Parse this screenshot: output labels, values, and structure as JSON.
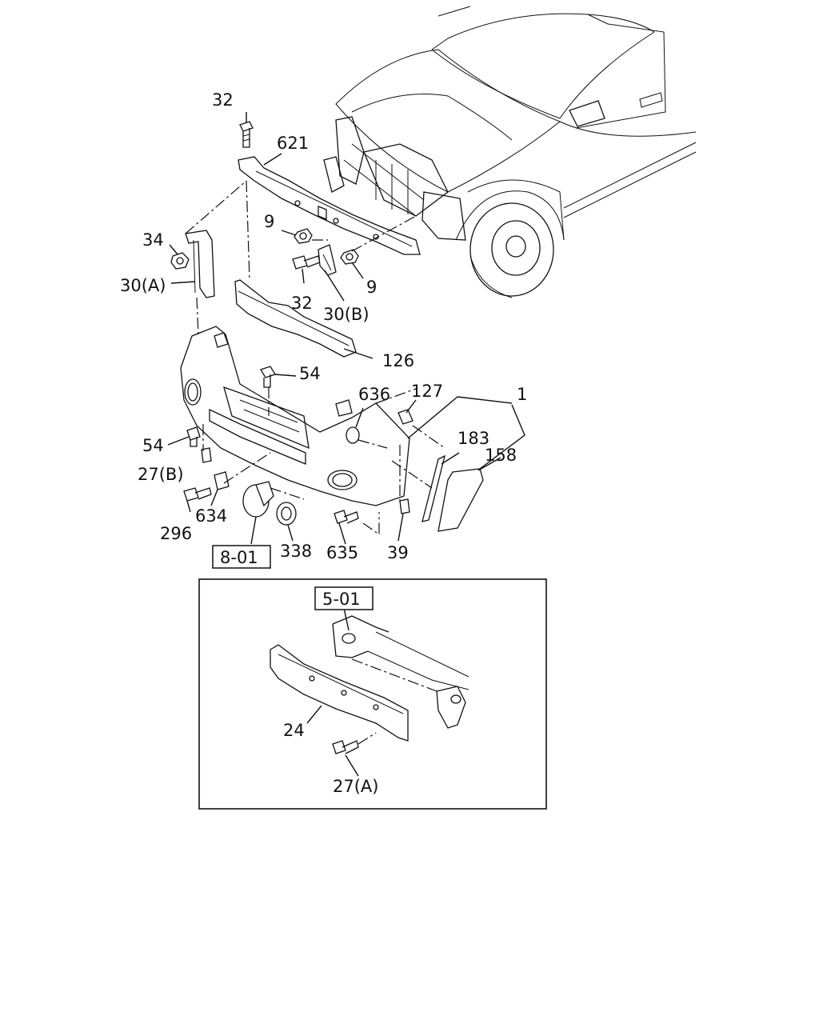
{
  "labels": {
    "p32_top": "32",
    "p621": "621",
    "p34": "34",
    "p9_left": "9",
    "p30a": "30(A)",
    "p32_mid": "32",
    "p9_right": "9",
    "p30b": "30(B)",
    "p126": "126",
    "p54_top": "54",
    "p636": "636",
    "p127": "127",
    "p1": "1",
    "p183": "183",
    "p158": "158",
    "p54_left": "54",
    "p27b": "27(B)",
    "p296": "296",
    "p634": "634",
    "p338": "338",
    "p635": "635",
    "p39": "39",
    "p24": "24",
    "p27a": "27(A)"
  },
  "references": {
    "ref_8_01": "8-01",
    "ref_5_01": "5-01"
  }
}
